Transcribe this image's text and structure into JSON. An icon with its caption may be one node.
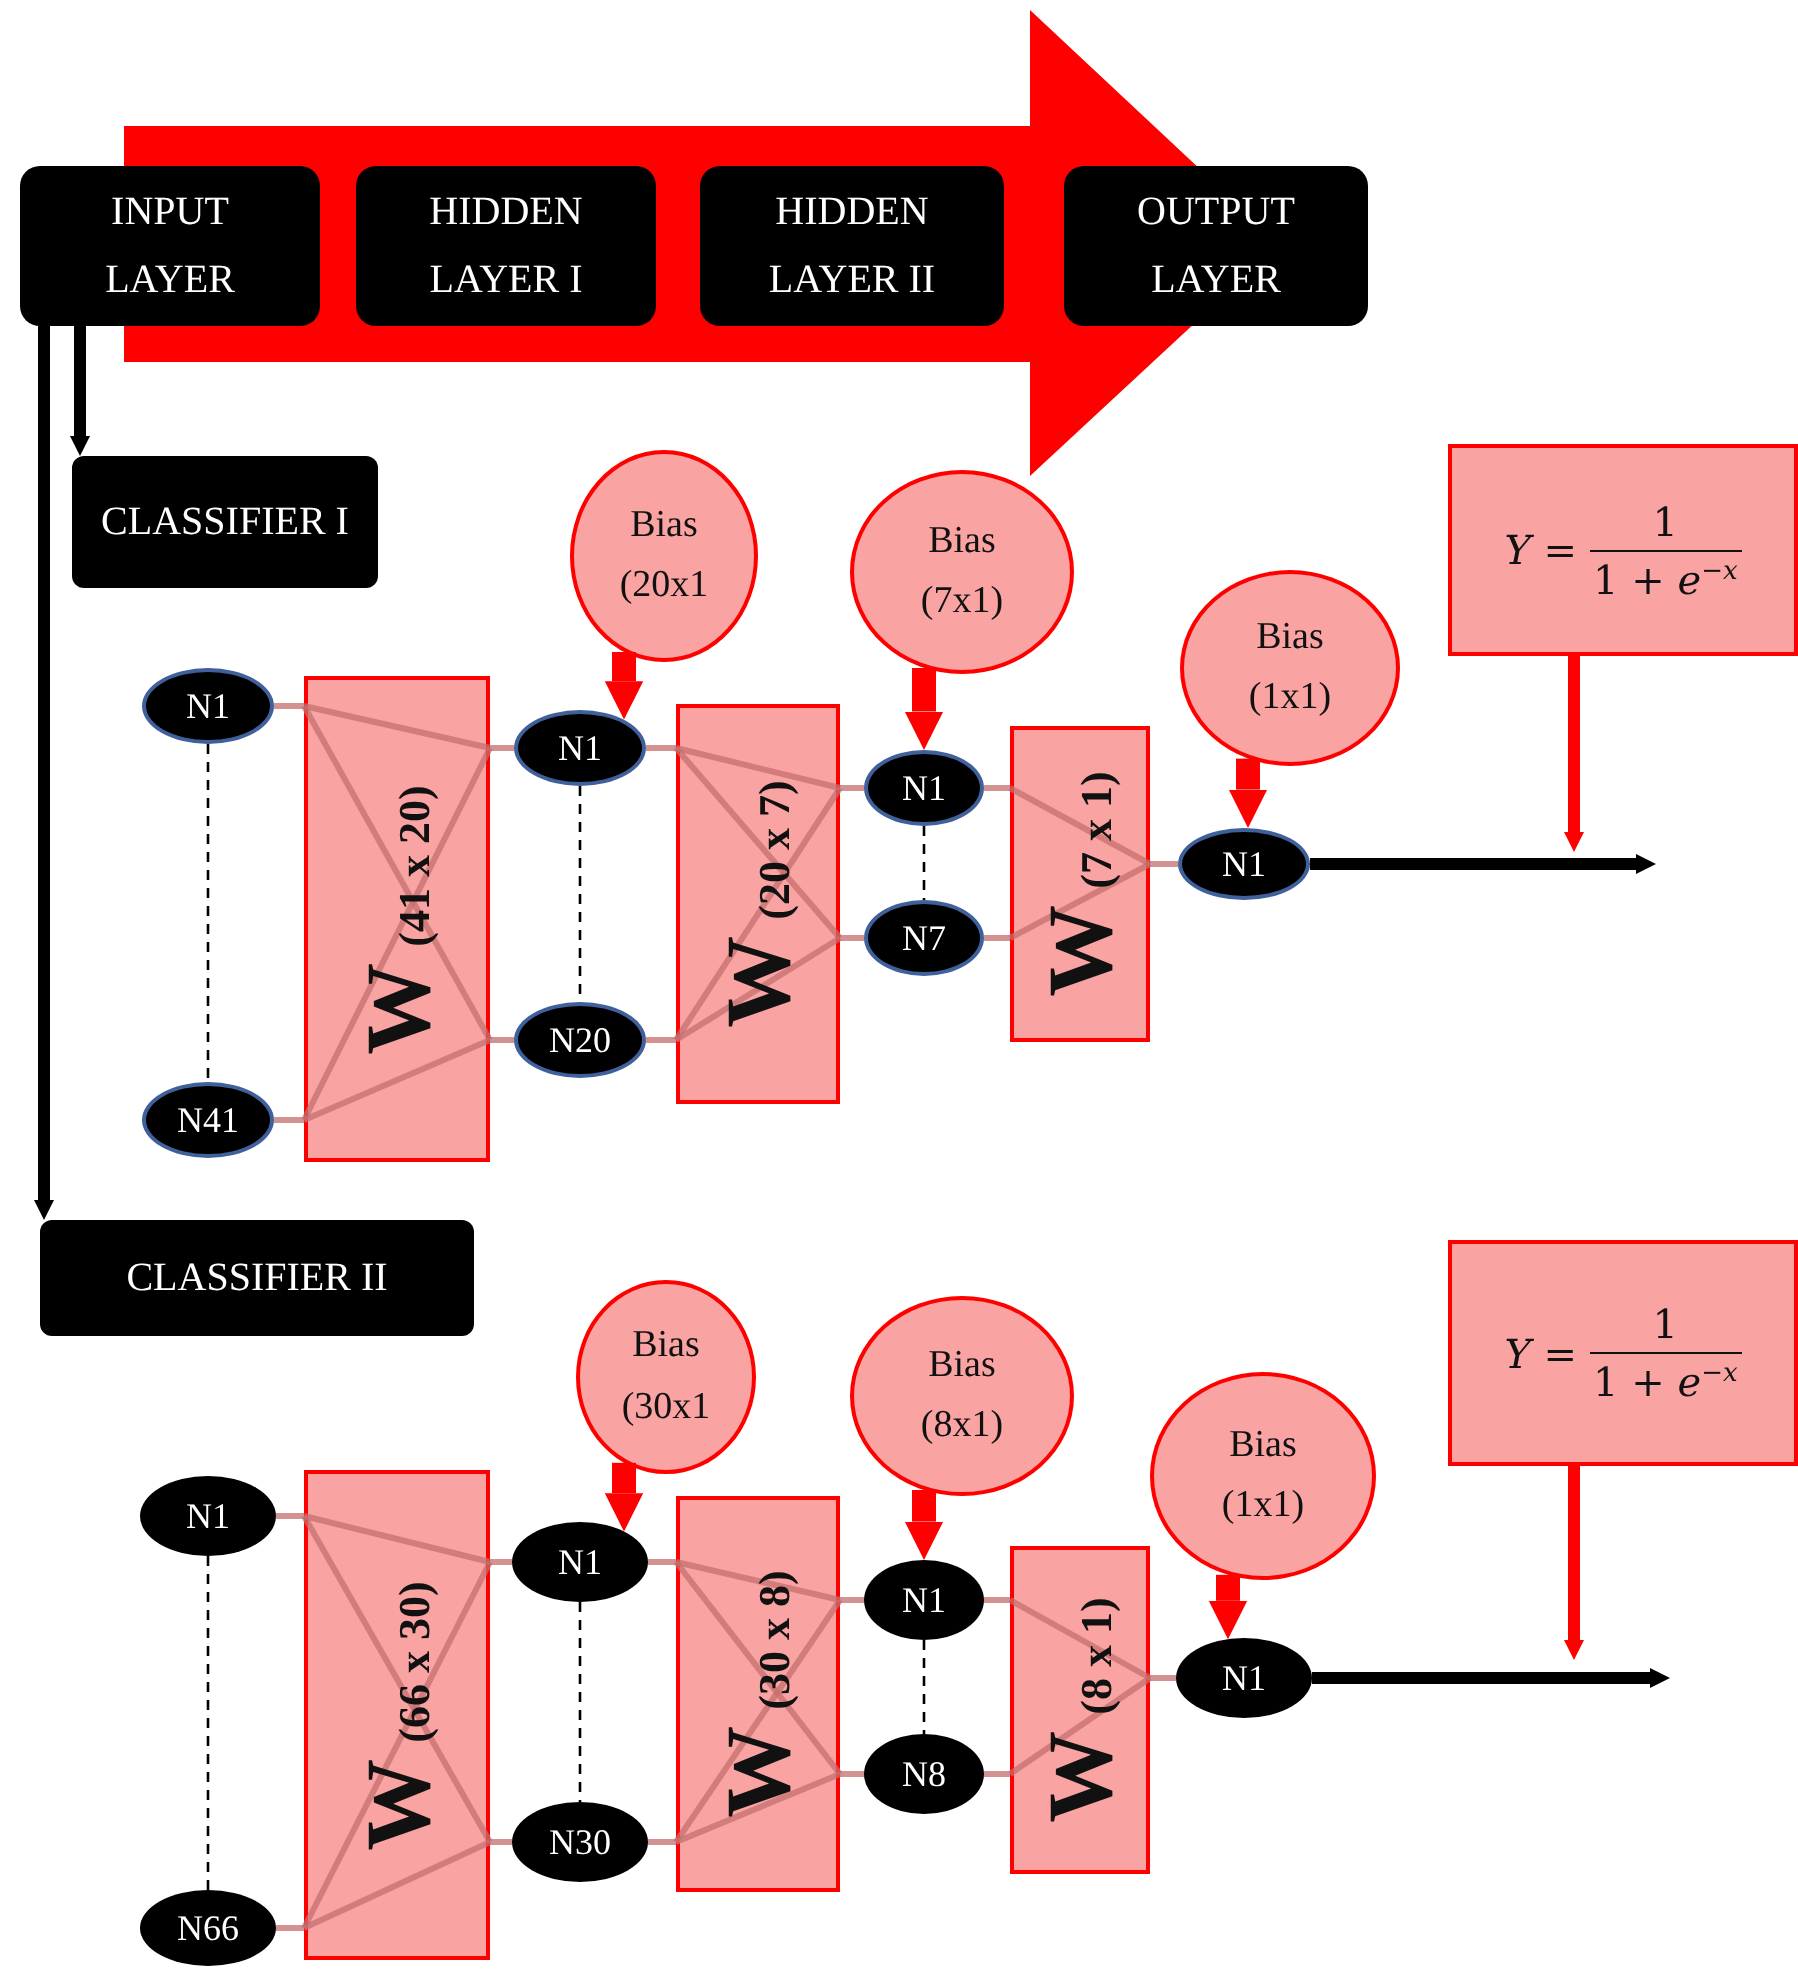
{
  "diagram": {
    "nodes": [
      {
        "text": [
          "INPUT LAYER"
        ]
      },
      {
        "text": [
          "HIDDEN LAYER I"
        ]
      },
      {
        "text": [
          "HIDDEN LAYER II"
        ]
      },
      {
        "text": [
          "OUTPUT LAYER"
        ]
      },
      {
        "text": [
          "CLASSIFIER I"
        ]
      },
      {
        "text": [
          "Bias (20x1"
        ]
      },
      {
        "text": [
          "Bias (7x1)"
        ]
      },
      {
        "text": [
          "Bias (1x1)"
        ]
      },
      {
        "text": [
          "*Y* =",
          "1",
          "1 + *e*$^{−x}$"
        ]
      },
      {
        "text": [
          "N1"
        ]
      },
      {
        "text": [
          "N41"
        ]
      },
      {
        "text": [
          "W",
          "(41 x 20)"
        ]
      },
      {
        "text": [
          "N1"
        ]
      },
      {
        "text": [
          "N20"
        ]
      },
      {
        "text": [
          "W",
          "(20 x 7)"
        ]
      },
      {
        "text": [
          "N1"
        ]
      },
      {
        "text": [
          "N7"
        ]
      },
      {
        "text": [
          "W",
          "(7 x 1)"
        ]
      },
      {
        "text": [
          "N1"
        ]
      },
      {
        "text": [
          "CLASSIFIER II"
        ]
      },
      {
        "text": [
          "Bias (30x1"
        ]
      },
      {
        "text": [
          "Bias (8x1)"
        ]
      },
      {
        "text": [
          "Bias (1x1)"
        ]
      },
      {
        "text": [
          "*Y* =",
          "1",
          "1 + *e*$^{−x}$"
        ]
      },
      {
        "text": [
          "N1"
        ]
      },
      {
        "text": [
          "N66"
        ]
      },
      {
        "text": [
          "W",
          "(66 x 30)"
        ]
      },
      {
        "text": [
          "N1"
        ]
      },
      {
        "text": [
          "N30"
        ]
      },
      {
        "text": [
          "W",
          "(30 x 8)"
        ]
      },
      {
        "text": [
          "N1"
        ]
      },
      {
        "text": [
          "N8"
        ]
      },
      {
        "text": [
          "W",
          "(8 x 1)"
        ]
      },
      {
        "text": [
          "N1"
        ]
      }
    ],
    "edges": [
      {
        "from": 0,
        "to": 4,
        "arrow": "to",
        "style": "thick",
        "color": "#000000"
      },
      {
        "from": 0,
        "to": 19,
        "arrow": "to",
        "style": "thick",
        "color": "#000000"
      },
      {
        "from": 9,
        "to": 11,
        "arrow": "none"
      },
      {
        "from": 10,
        "to": 11,
        "arrow": "none"
      },
      {
        "from": 11,
        "to": 12,
        "arrow": "none"
      },
      {
        "from": 11,
        "to": 13,
        "arrow": "none"
      },
      {
        "from": 12,
        "to": 14,
        "arrow": "none"
      },
      {
        "from": 13,
        "to": 14,
        "arrow": "none"
      },
      {
        "from": 14,
        "to": 15,
        "arrow": "none"
      },
      {
        "from": 14,
        "to": 16,
        "arrow": "none"
      },
      {
        "from": 15,
        "to": 17,
        "arrow": "none"
      },
      {
        "from": 16,
        "to": 17,
        "arrow": "none"
      },
      {
        "from": 17,
        "to": 18,
        "arrow": "none"
      },
      {
        "from": 9,
        "to": 10,
        "arrow": "none",
        "style": "dashed",
        "color": "#000000"
      },
      {
        "from": 12,
        "to": 13,
        "arrow": "none",
        "style": "dashed",
        "color": "#000000"
      },
      {
        "from": 15,
        "to": 16,
        "arrow": "none",
        "style": "dashed",
        "color": "#000000"
      },
      {
        "from": 5,
        "to": 12,
        "arrow": "to",
        "style": "thick",
        "color": "#ff0000"
      },
      {
        "from": 6,
        "to": 15,
        "arrow": "to",
        "style": "thick",
        "color": "#ff0000"
      },
      {
        "from": 7,
        "to": 18,
        "arrow": "to",
        "style": "thick",
        "color": "#ff0000"
      },
      {
        "from": 18,
        "to": null,
        "arrow": "to",
        "style": "thick",
        "color": "#000000"
      },
      {
        "from": 8,
        "to": null,
        "arrow": "to",
        "style": "thick",
        "color": "#ff0000"
      },
      {
        "from": 24,
        "to": 26,
        "arrow": "none"
      },
      {
        "from": 25,
        "to": 26,
        "arrow": "none"
      },
      {
        "from": 26,
        "to": 27,
        "arrow": "none"
      },
      {
        "from": 26,
        "to": 28,
        "arrow": "none"
      },
      {
        "from": 27,
        "to": 29,
        "arrow": "none"
      },
      {
        "from": 28,
        "to": 29,
        "arrow": "none"
      },
      {
        "from": 29,
        "to": 30,
        "arrow": "none"
      },
      {
        "from": 29,
        "to": 31,
        "arrow": "none"
      },
      {
        "from": 30,
        "to": 32,
        "arrow": "none"
      },
      {
        "from": 31,
        "to": 32,
        "arrow": "none"
      },
      {
        "from": 32,
        "to": 33,
        "arrow": "none"
      },
      {
        "from": 24,
        "to": 25,
        "arrow": "none",
        "style": "dashed",
        "color": "#000000"
      },
      {
        "from": 27,
        "to": 28,
        "arrow": "none",
        "style": "dashed",
        "color": "#000000"
      },
      {
        "from": 30,
        "to": 31,
        "arrow": "none",
        "style": "dashed",
        "color": "#000000"
      },
      {
        "from": 20,
        "to": 27,
        "arrow": "to",
        "style": "thick",
        "color": "#ff0000"
      },
      {
        "from": 21,
        "to": 30,
        "arrow": "to",
        "style": "thick",
        "color": "#ff0000"
      },
      {
        "from": 22,
        "to": 33,
        "arrow": "to",
        "style": "thick",
        "color": "#ff0000"
      },
      {
        "from": 33,
        "to": null,
        "arrow": "to",
        "style": "thick",
        "color": "#000000"
      },
      {
        "from": 23,
        "to": null,
        "arrow": "to",
        "style": "thick",
        "color": "#ff0000"
      },
      {
        "from": 0,
        "to": 3,
        "arrow": "to",
        "style": "thick",
        "color": "#ff0000"
      }
    ]
  }
}
